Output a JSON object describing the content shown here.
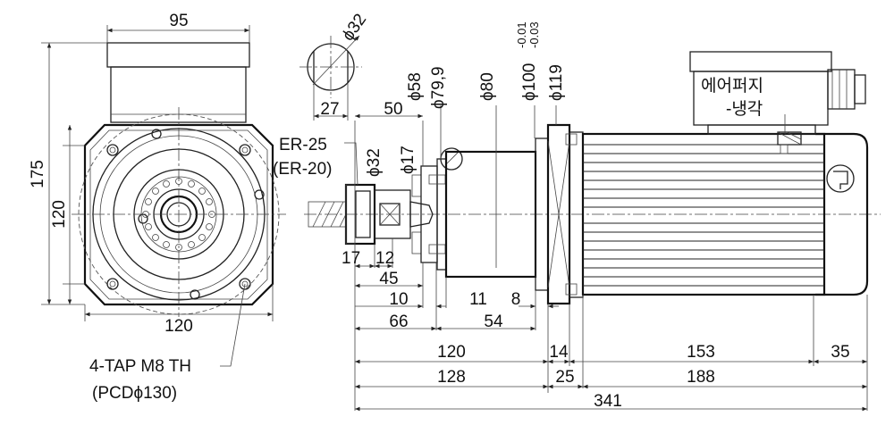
{
  "front_view": {
    "dim_top_width": "95",
    "dim_height_total": "175",
    "dim_height_body": "120",
    "dim_bottom_width": "120",
    "tap_note": "4-TAP M8 TH",
    "pcd_note": "(PCDϕ130)"
  },
  "side_view": {
    "dia_collet": "ϕ32",
    "dim_27": "27",
    "dim_50": "50",
    "dia_58": "ϕ58",
    "dia_79_9": "ϕ79,9",
    "dia_80": "ϕ80",
    "dia_100": "ϕ100",
    "tol_upper": "-0.01",
    "tol_lower": "-0.03",
    "dia_119": "ϕ119",
    "collet_er25": "ER-25",
    "collet_er20": "(ER-20)",
    "dia_32b": "ϕ32",
    "dia_17": "ϕ17",
    "air_purge_line1": "에어퍼지",
    "air_purge_line2": "-냉각"
  },
  "dimensions": {
    "d17": "17",
    "d12": "12",
    "d45": "45",
    "d10": "10",
    "d11": "11",
    "d8": "8",
    "d66": "66",
    "d54": "54",
    "d120": "120",
    "d14": "14",
    "d153": "153",
    "d35": "35",
    "d128": "128",
    "d25": "25",
    "d188": "188",
    "d341": "341"
  }
}
